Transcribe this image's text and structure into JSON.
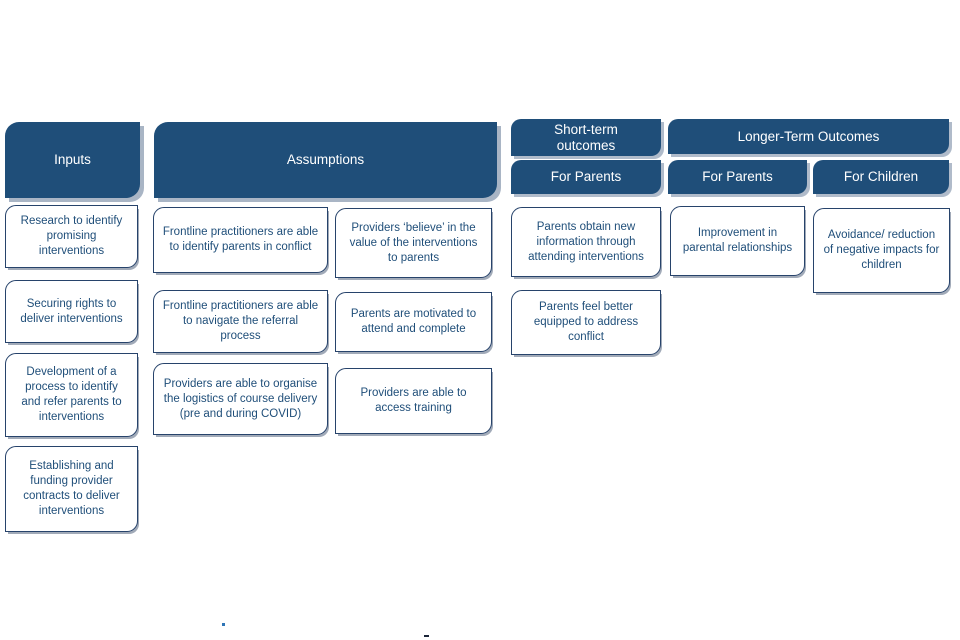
{
  "diagram": {
    "headers": {
      "inputs": "Inputs",
      "assumptions": "Assumptions",
      "short_term": "Short-term outcomes",
      "short_term_for_parents": "For Parents",
      "longer_term": "Longer-Term Outcomes",
      "longer_term_for_parents": "For Parents",
      "longer_term_for_children": "For Children"
    },
    "inputs": [
      "Research to identify promising interventions",
      "Securing rights to deliver interventions",
      "Development of a process to identify and refer parents to interventions",
      "Establishing and funding provider contracts to deliver interventions"
    ],
    "assumptions": {
      "col1": [
        "Frontline practitioners are able to identify parents in conflict",
        "Frontline practitioners are able to navigate the referral process",
        "Providers are able to organise the logistics of course delivery (pre and during COVID)"
      ],
      "col2": [
        "Providers ‘believe’ in the value of the interventions to parents",
        "Parents are motivated to attend and complete",
        "Providers are able to access training"
      ]
    },
    "short_term_outcomes": [
      "Parents obtain new information through attending interventions",
      "Parents feel better equipped to address conflict"
    ],
    "longer_term_outcomes": {
      "for_parents": [
        "Improvement in parental relationships"
      ],
      "for_children": [
        "Avoidance/ reduction of negative impacts for children"
      ]
    },
    "colors": {
      "header_bg": "#1f4e79",
      "header_text": "#ffffff",
      "box_bg": "#ffffff",
      "box_border": "#27436b",
      "box_text": "#1f4e79"
    }
  }
}
